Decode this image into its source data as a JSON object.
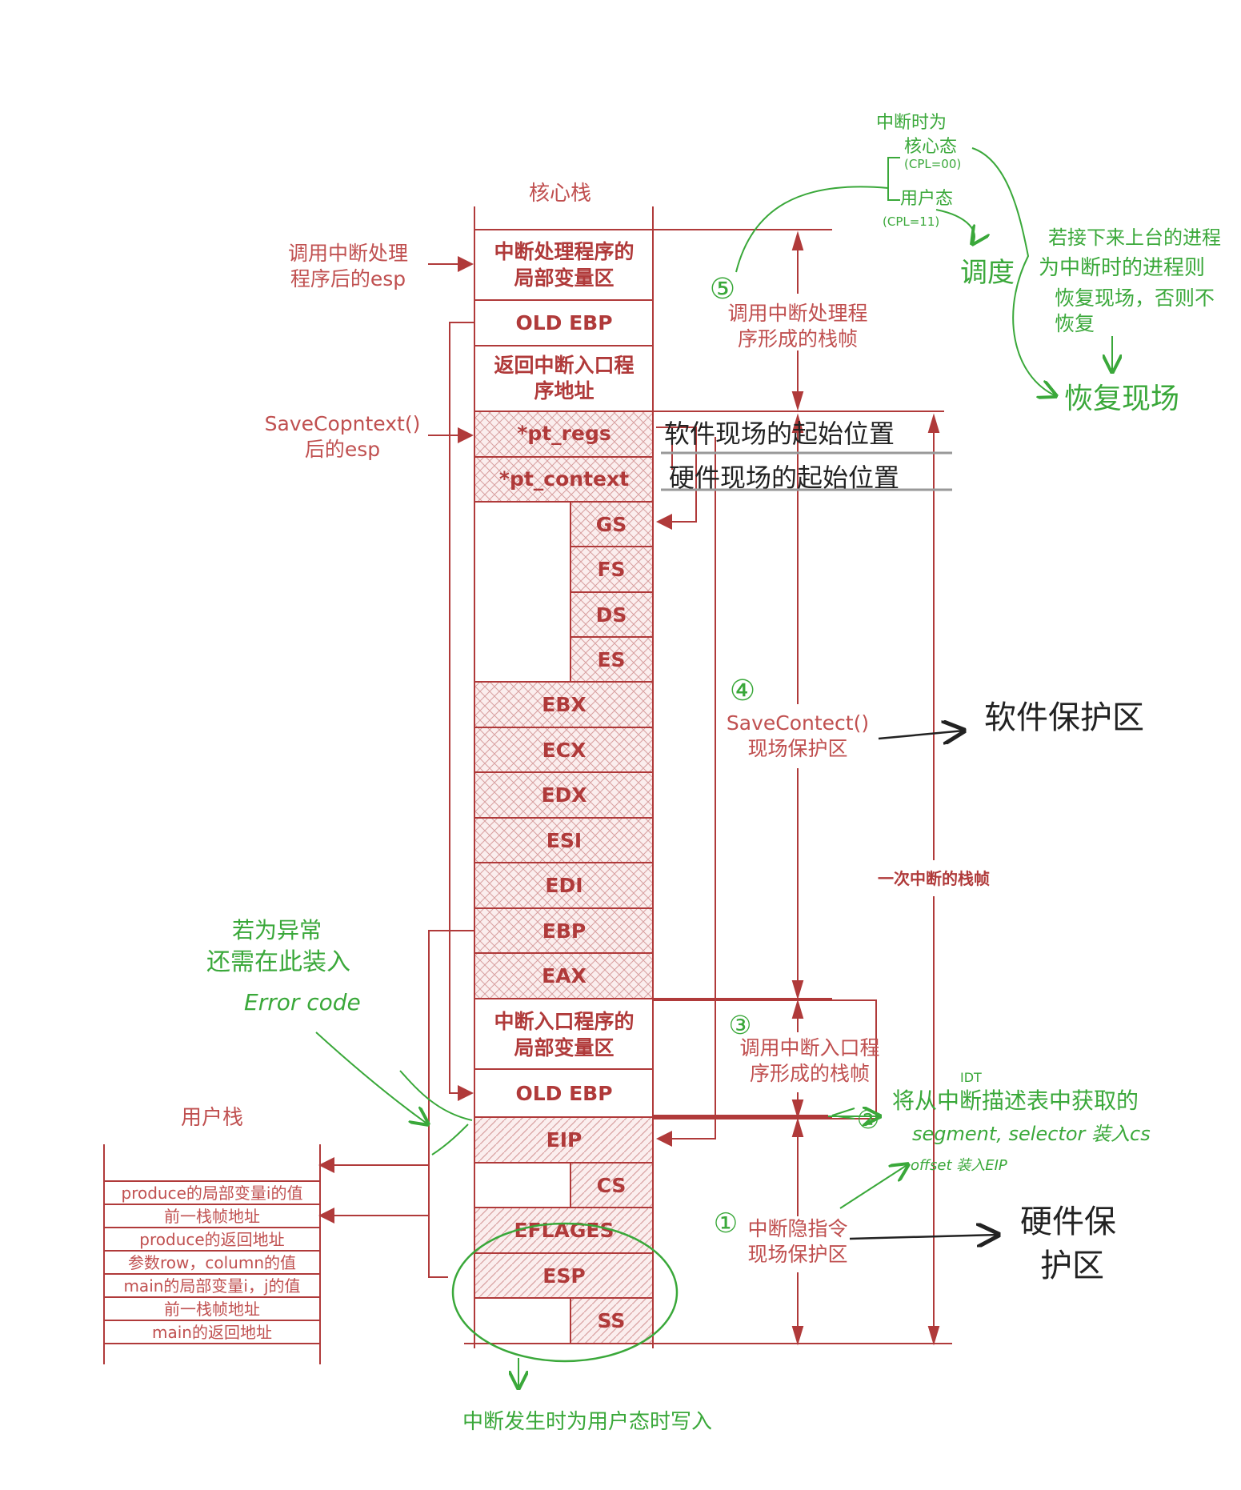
{
  "colors": {
    "diagram_red": "#b03a3a",
    "annotation_green": "#3aa83a",
    "annotation_black": "#222222"
  },
  "kernel_stack": {
    "title": "核心栈",
    "cells": [
      {
        "id": "local1a",
        "text": "中断处理程序的"
      },
      {
        "id": "local1b",
        "text": "局部变量区"
      },
      {
        "id": "oldebp1",
        "text": "OLD EBP"
      },
      {
        "id": "ret1a",
        "text": "返回中断入口程"
      },
      {
        "id": "ret1b",
        "text": "序地址"
      },
      {
        "id": "ptregs",
        "text": "*pt_regs"
      },
      {
        "id": "ptctx",
        "text": "*pt_context"
      },
      {
        "id": "gs",
        "text": "GS"
      },
      {
        "id": "fs",
        "text": "FS"
      },
      {
        "id": "ds",
        "text": "DS"
      },
      {
        "id": "es",
        "text": "ES"
      },
      {
        "id": "ebx",
        "text": "EBX"
      },
      {
        "id": "ecx",
        "text": "ECX"
      },
      {
        "id": "edx",
        "text": "EDX"
      },
      {
        "id": "esi",
        "text": "ESI"
      },
      {
        "id": "edi",
        "text": "EDI"
      },
      {
        "id": "ebp",
        "text": "EBP"
      },
      {
        "id": "eax",
        "text": "EAX"
      },
      {
        "id": "local2a",
        "text": "中断入口程序的"
      },
      {
        "id": "local2b",
        "text": "局部变量区"
      },
      {
        "id": "oldebp2",
        "text": "OLD EBP"
      },
      {
        "id": "eip",
        "text": "EIP"
      },
      {
        "id": "cs",
        "text": "CS"
      },
      {
        "id": "eflags",
        "text": "EFLAGES"
      },
      {
        "id": "esp",
        "text": "ESP"
      },
      {
        "id": "ss",
        "text": "SS"
      }
    ]
  },
  "left_labels": {
    "after_handler_1": "调用中断处理",
    "after_handler_2": "程序后的esp",
    "after_save_1": "SaveCopntext()",
    "after_save_2": "后的esp"
  },
  "right_labels": {
    "frame5_1": "调用中断处理程",
    "frame5_2": "序形成的栈帧",
    "save_1": "SaveContect()",
    "save_2": "现场保护区",
    "frame3_1": "调用中断入口程",
    "frame3_2": "序形成的栈帧",
    "hw_1": "中断隐指令",
    "hw_2": "现场保护区",
    "once": "一次中断的栈帧"
  },
  "user_stack": {
    "title": "用户栈",
    "rows": [
      "produce的局部变量i的值",
      "前一栈帧地址",
      "produce的返回地址",
      "参数row，column的值",
      "main的局部变量i，j的值",
      "前一栈帧地址",
      "main的返回地址"
    ]
  },
  "annotations": {
    "soft_start": "软件现场的起始位置",
    "hard_start": "硬件现场的起始位置",
    "soft_zone": "软件保护区",
    "hard_zone_1": "硬件保",
    "hard_zone_2": "护区",
    "n1": "①",
    "n2": "②",
    "n3": "③",
    "n4": "④",
    "n5": "⑤",
    "int_when": "中断时为",
    "kernel_mode": "核心态",
    "cpl00": "(CPL=00)",
    "user_mode": "用户态",
    "cpl11": "(CPL=11)",
    "schedule": "调度",
    "sched_note_1": "若接下来上台的进程",
    "sched_note_2": "为中断时的进程则",
    "sched_note_3": "恢复现场，否则不",
    "sched_note_4": "恢复",
    "restore": "恢复现场",
    "exc_1": "若为异常",
    "exc_2": "还需在此装入",
    "exc_3": "Error code",
    "idt": "IDT",
    "idt_note_1": "将从中断描述表中获取的",
    "idt_note_2": "segment, selector 装入cs",
    "idt_note_3": "offset 装入EIP",
    "user_write": "中断发生时为用户态时写入"
  }
}
